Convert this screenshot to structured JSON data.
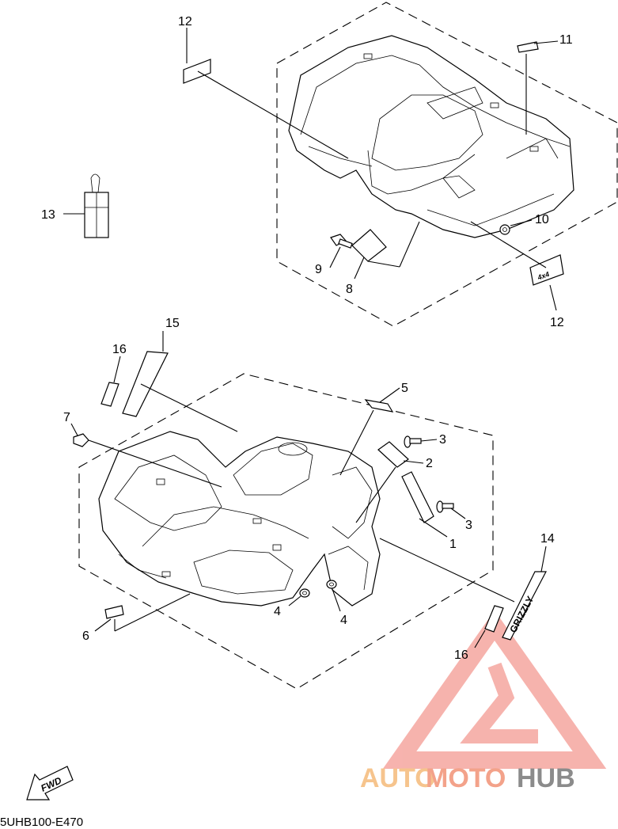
{
  "callouts": [
    "12",
    "11",
    "13",
    "10",
    "9",
    "8",
    "12",
    "15",
    "16",
    "5",
    "7",
    "3",
    "2",
    "3",
    "1",
    "14",
    "4",
    "4",
    "6",
    "16"
  ],
  "fwd_label": "FWD",
  "rear_decal_text": "4x4",
  "front_decal_text": "GRIZZLY",
  "drawing_code": "5UHB100-E470",
  "watermark": {
    "auto": "AUTO",
    "moto": "MOTO",
    "hub": "HUB"
  },
  "colors": {
    "watermark_auto": "#f6c48d",
    "watermark_moto": "#f3a28a",
    "watermark_hub": "#8b8b8b",
    "triangle": "#f28b82"
  }
}
